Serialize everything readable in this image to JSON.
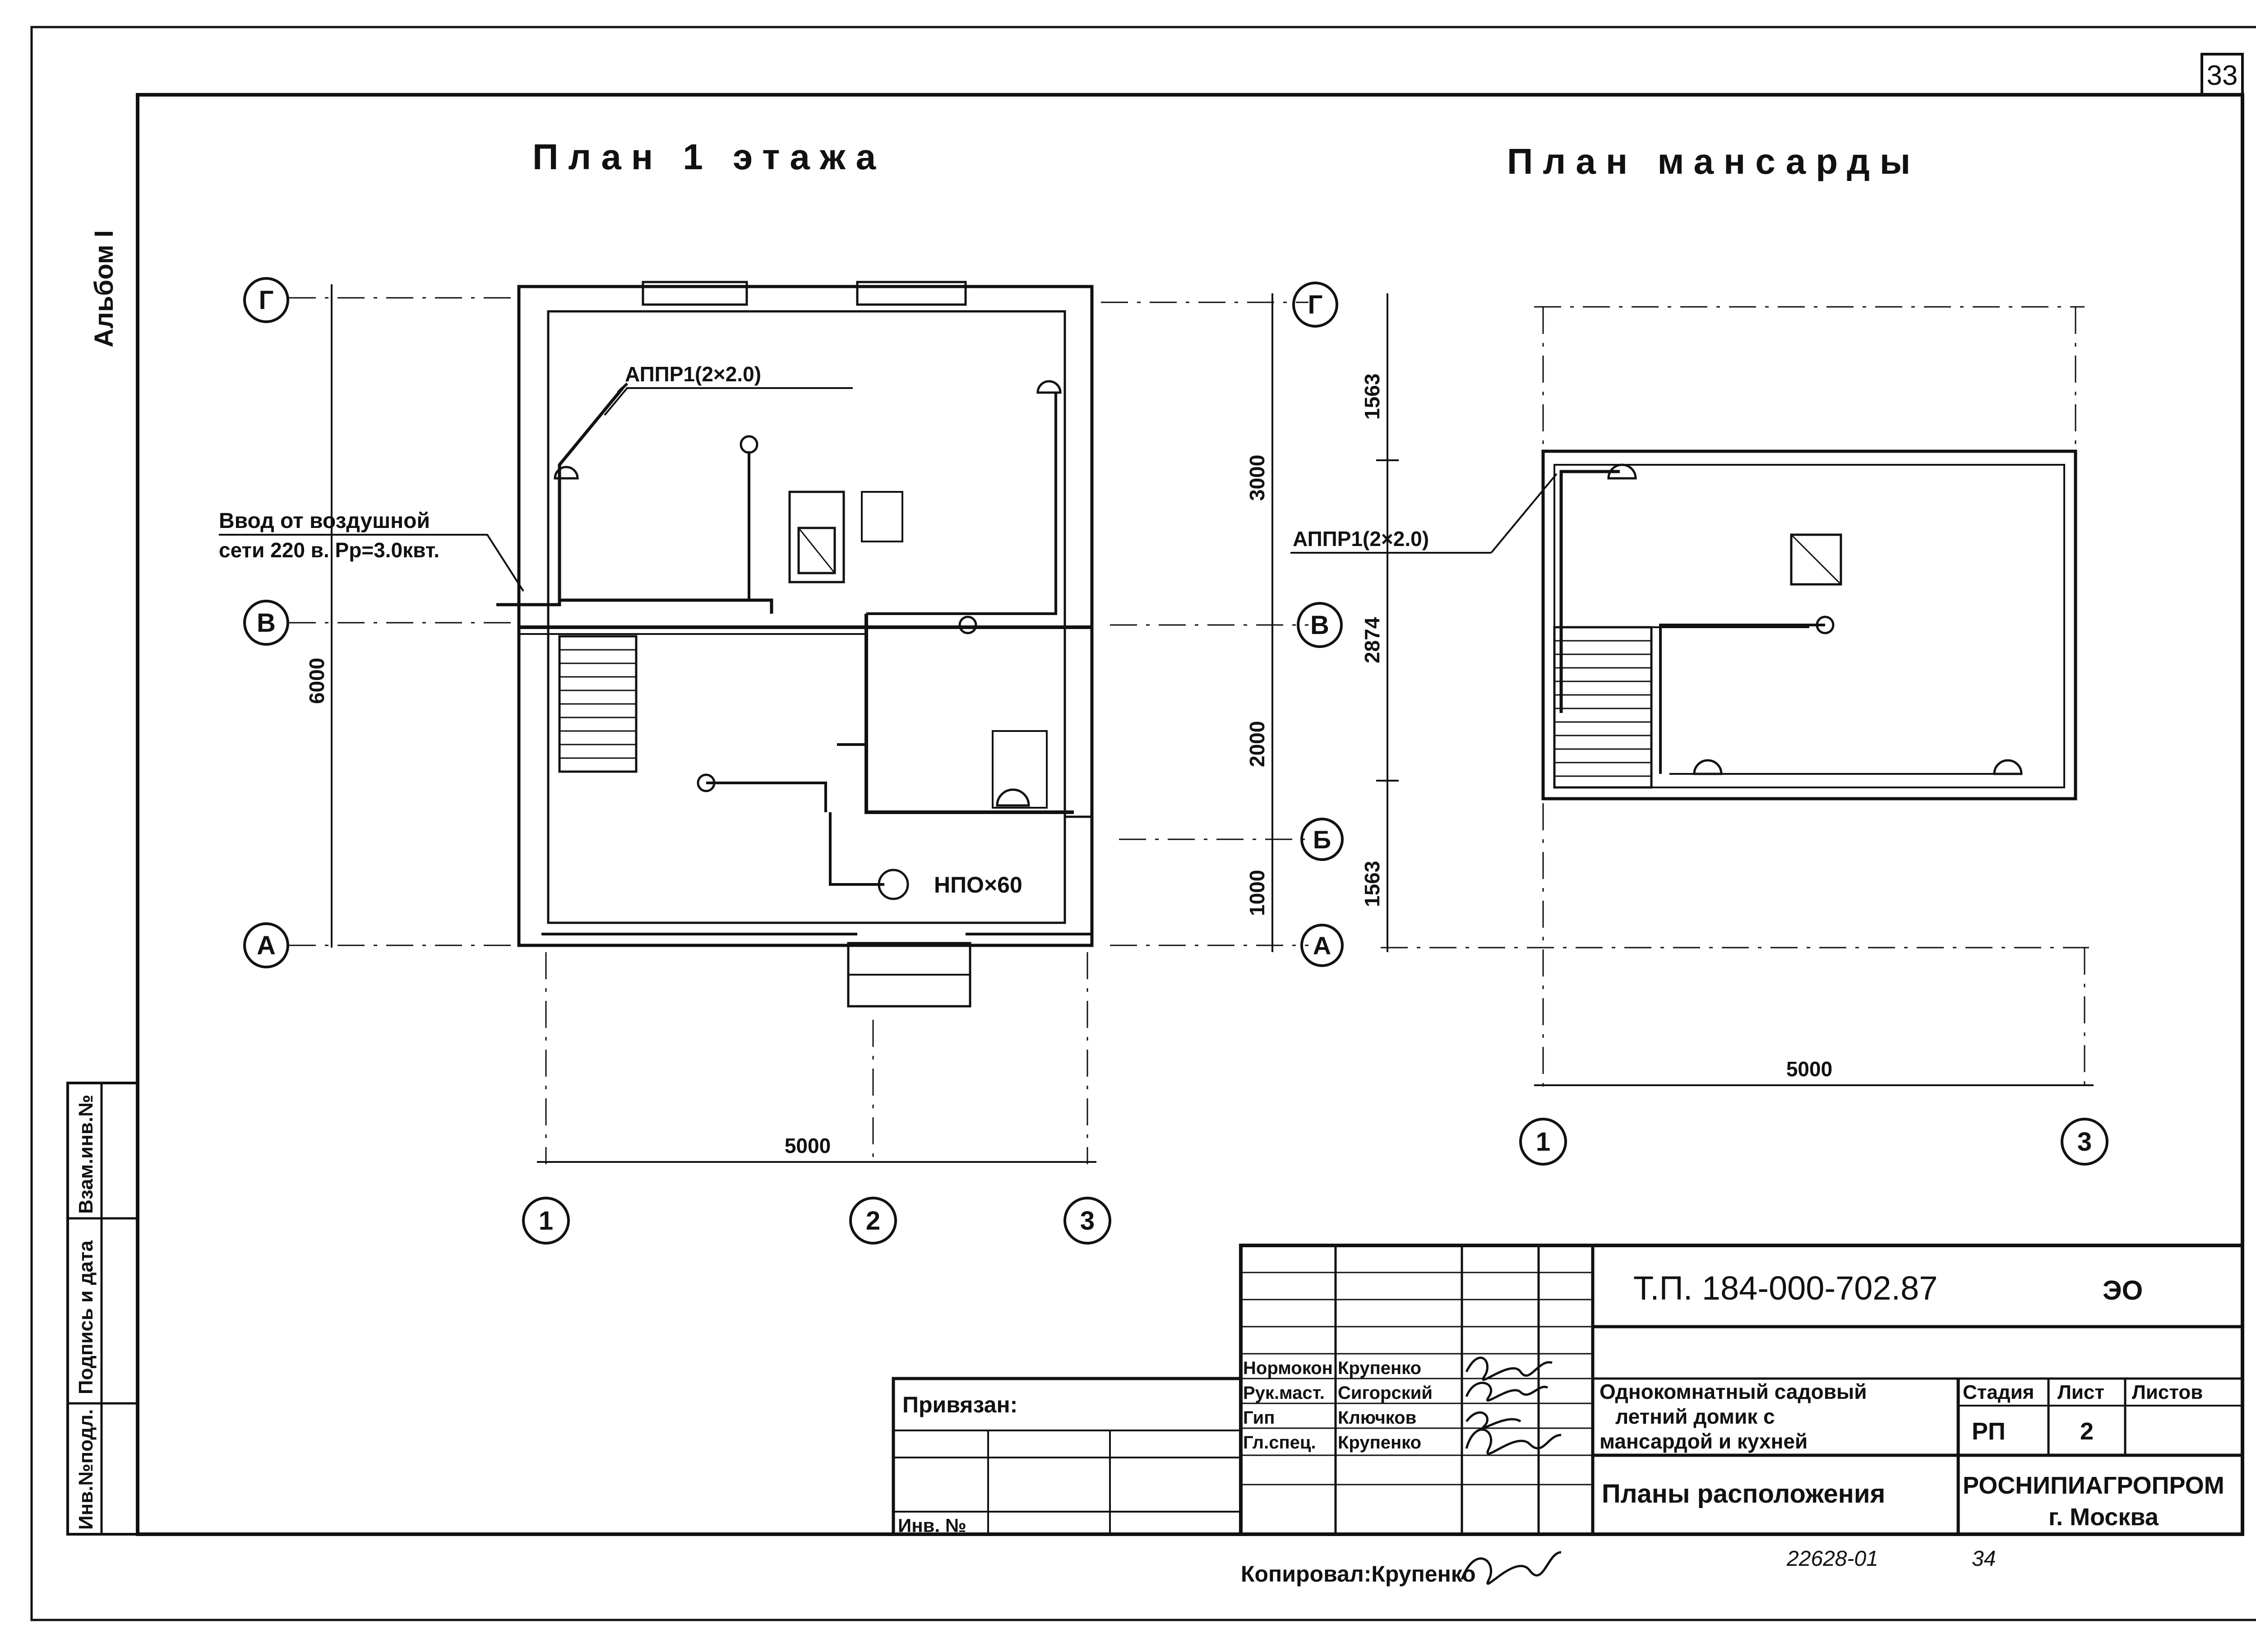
{
  "sheet": {
    "number": "33",
    "album": "Альбом I"
  },
  "plan1": {
    "title": "План 1 этажа",
    "feed_label_1": "Ввод от воздушной",
    "feed_label_2": "сети 220 в. Pp=3.0квт.",
    "cable_label": "АППР1(2×2.0)",
    "lamp_label": "НПО×60",
    "dim_width": "5000",
    "dim_total": "6000",
    "axes": {
      "g": "Г",
      "v": "В",
      "a": "А",
      "n1": "1",
      "n2": "2",
      "n3": "3"
    }
  },
  "plan2": {
    "title": "План мансарды",
    "cable_label": "АППР1(2×2.0)",
    "dim_width": "5000",
    "dim_3000": "3000",
    "dim_2000": "2000",
    "dim_1000": "1000",
    "dim_1563_top": "1563",
    "dim_2874": "2874",
    "dim_1563_bottom": "1563",
    "axes": {
      "g": "Г",
      "v": "В",
      "b": "Б",
      "a": "А",
      "n1": "1",
      "n3": "3"
    }
  },
  "side_stamp": {
    "inv_podl": "Инв.№подл.",
    "podpis": "Подпись и дата",
    "vzam": "Взам.инв.№"
  },
  "title_block": {
    "doc_code": "Т.П. 184-000-702.87",
    "doc_mark": "ЭО",
    "privyazan": "Привязан:",
    "inv": "Инв. №",
    "roles": [
      {
        "role": "Нормокон",
        "name": "Крупенко"
      },
      {
        "role": "Рук.маст.",
        "name": "Сигорский"
      },
      {
        "role": "Гип",
        "name": "Ключков"
      },
      {
        "role": "Гл.спец.",
        "name": "Крупенко"
      }
    ],
    "project_name_1": "Однокомнатный садовый",
    "project_name_2": "летний домик с",
    "project_name_3": "мансардой и кухней",
    "sheet_name": "Планы расположения",
    "stage_header": "Стадия",
    "sheet_header": "Лист",
    "sheets_header": "Листов",
    "stage_value": "РП",
    "sheet_value": "2",
    "org_1": "РОСНИПИАГРОПРОМ",
    "org_2": "г. Москва"
  },
  "footer": {
    "copied": "Копировал:Крупенко",
    "archive_no": "22628-01",
    "page": "34"
  }
}
